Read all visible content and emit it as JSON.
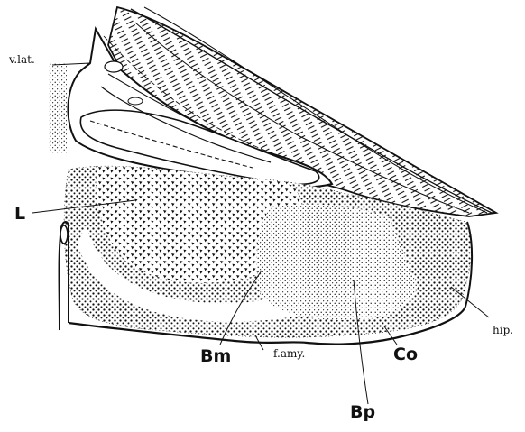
{
  "labels": {
    "v_lat": "v.lat.",
    "L": "L",
    "Bm": "Bm",
    "f_amy": "f.amy.",
    "Co": "Co",
    "Bp": "Bp",
    "hip": "hip."
  },
  "colors": {
    "ink": "#111111",
    "paper": "#ffffff"
  }
}
